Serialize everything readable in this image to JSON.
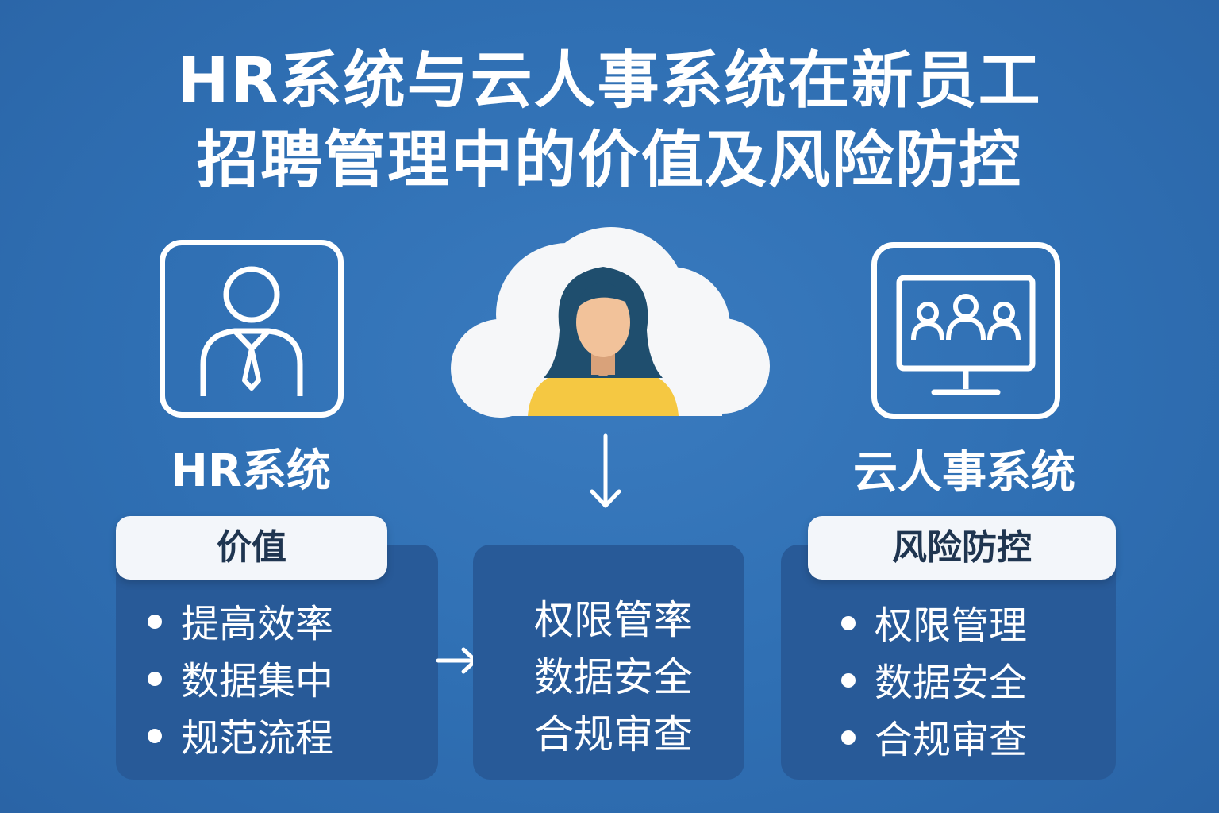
{
  "title": {
    "line1": "HR系统与云人事系统在新员工",
    "line2": "招聘管理中的价值及风险防控"
  },
  "left": {
    "label": "HR系统",
    "tag": "价值",
    "items": [
      "提高效率",
      "数据集中",
      "规范流程"
    ]
  },
  "center": {
    "items": [
      "权限管率",
      "数据安全",
      "合规审查"
    ]
  },
  "right": {
    "label": "云人事系统",
    "tag": "风险防控",
    "items": [
      "权限管理",
      "数据安全",
      "合规审查"
    ]
  },
  "colors": {
    "background": "#2f6fb3",
    "panel": "#285a98",
    "tag_bg": "#f3f6fa",
    "hair": "#1f4e6e",
    "skin": "#f2c29a",
    "shirt": "#f5c842"
  },
  "icons": [
    "employee-icon",
    "cloud-icon",
    "person-avatar-icon",
    "monitor-group-icon",
    "arrow-down-icon",
    "arrow-right-icon"
  ]
}
